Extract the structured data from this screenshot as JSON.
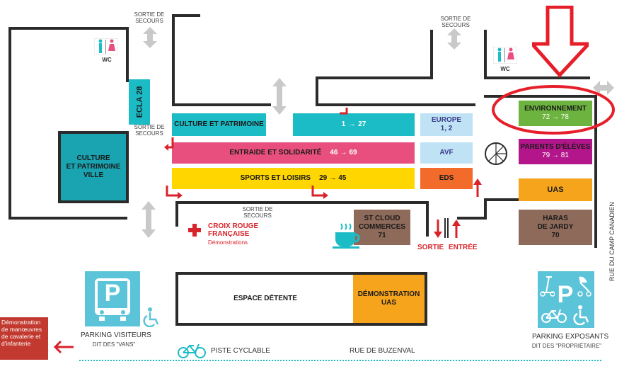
{
  "sortie_secours": "SORTIE DE\nSECOURS",
  "wc": "WC",
  "zones": {
    "culture_patrimoine": "CULTURE ET PATRIMOINE",
    "stands_1_27": "1",
    "stands_1_27_end": "27",
    "europe": "EUROPE\n1, 2",
    "entraide": "ENTRAIDE ET SOLIDARITÉ",
    "entraide_from": "46",
    "entraide_to": "69",
    "avf": "AVF",
    "sports": "SPORTS ET LOISIRS",
    "sports_from": "29",
    "sports_to": "45",
    "eds": "EDS",
    "culture_ville": "CULTURE\nET PATRIMOINE\nVILLE",
    "ecla": "ECLA 28",
    "environnement": "ENVIRONNEMENT",
    "environnement_from": "72",
    "environnement_to": "78",
    "parents": "PARENTS D'ÉLÈVES",
    "parents_from": "79",
    "parents_to": "81",
    "uas": "UAS",
    "haras": "HARAS\nDE JARDY",
    "haras_num": "70",
    "stcloud": "ST CLOUD\nCOMMERCES",
    "stcloud_num": "71",
    "espace_detente": "ESPACE DÉTENTE",
    "demo_uas": "DÉMONSTRATION\nUAS"
  },
  "croix_rouge": "CROIX ROUGE\nFRANÇAISE",
  "croix_rouge_sub": "Démonstrations",
  "sortie": "SORTIE",
  "entree": "ENTRÉE",
  "parking_visiteurs": "PARKING VISITEURS",
  "parking_visiteurs_sub": "DIT DES \"VANS\"",
  "parking_exposants": "PARKING EXPOSANTS",
  "parking_exposants_sub": "DIT DES \"PROPRIÉTAIRE\"",
  "parking_letter": "P",
  "piste_cyclable": "PISTE CYCLABLE",
  "rue_buzenval": "RUE DE BUZENVAL",
  "rue_camp": "RUE DU CAMP CANADIEN",
  "demo_cavalerie": "Démonstration\nde manœuvres\nde cavalerie et\nd'infanterie",
  "colors": {
    "teal": "#1cbcc6",
    "pink": "#e84f7f",
    "yellow": "#ffd600",
    "green": "#6db33f",
    "purple": "#b3168a",
    "orange": "#f7a41d",
    "brown": "#8e6a5a",
    "lightblue": "#bfe3f5",
    "darkorange": "#f26b2a",
    "red": "#d8232a",
    "parking": "#5cc4d8"
  }
}
